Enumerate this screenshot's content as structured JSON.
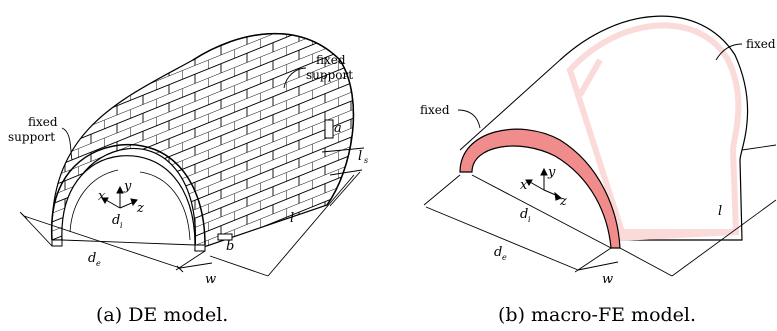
{
  "panel_a": {
    "caption": "(a) DE model.",
    "label_fixed_left_1": "fixed",
    "label_fixed_left_2": "support",
    "label_fixed_right_1": "fixed",
    "label_fixed_right_2": "support",
    "dim_a": "a",
    "dim_b": "b",
    "dim_l": "l",
    "dim_ls": "l",
    "dim_ls_sub": "s",
    "dim_di": "d",
    "dim_di_sub": "i",
    "dim_de": "d",
    "dim_de_sub": "e",
    "dim_w": "w",
    "axis_x": "x",
    "axis_y": "y",
    "axis_z": "z"
  },
  "panel_b": {
    "caption": "(b) macro-FE model.",
    "label_fixed_left": "fixed",
    "label_fixed_right": "fixed",
    "dim_l": "l",
    "dim_di": "d",
    "dim_di_sub": "i",
    "dim_de": "d",
    "dim_de_sub": "e",
    "dim_w": "w",
    "axis_x": "x",
    "axis_y": "y",
    "axis_z": "z"
  },
  "colors": {
    "section_fill": "#f08c8c",
    "ghost_fill": "#fbdada",
    "line": "#000000"
  }
}
